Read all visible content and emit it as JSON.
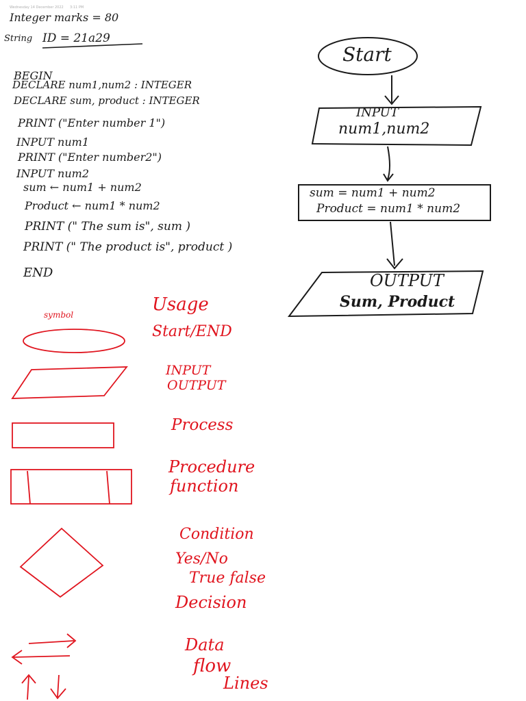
{
  "header": {
    "date": "Wednesday 14 December 2022",
    "time": "3:11 PM"
  },
  "variables": {
    "line1": "Integer marks = 80",
    "line2_prefix": "String",
    "line2_value": "ID = 21a29"
  },
  "pseudocode": [
    "BEGIN",
    "DECLARE num1,num2 : INTEGER",
    "DECLARE sum, product : INTEGER",
    "PRINT (\"Enter number 1\")",
    "INPUT num1",
    "PRINT (\"Enter number2\")",
    "INPUT num2",
    "sum ← num1 + num2",
    "Product ← num1 * num2",
    "PRINT (\" The sum is\", sum )",
    "PRINT (\" The product is\", product )",
    "END"
  ],
  "flowchart": {
    "start": "Start",
    "input_title": "INPUT",
    "input_vars": "num1,num2",
    "process_line1": "sum = num1 + num2",
    "process_line2": "Product = num1 * num2",
    "output_title": "OUTPUT",
    "output_vars": "Sum, Product"
  },
  "legend": {
    "col_symbol": "symbol",
    "col_usage": "Usage",
    "rows": [
      {
        "symbol": "oval",
        "usage": [
          "Start/END"
        ]
      },
      {
        "symbol": "parallelogram",
        "usage": [
          "INPUT",
          "OUTPUT"
        ]
      },
      {
        "symbol": "rectangle",
        "usage": [
          "Process"
        ]
      },
      {
        "symbol": "double-sided-rectangle",
        "usage": [
          "Procedure",
          "function"
        ]
      },
      {
        "symbol": "diamond",
        "usage": [
          "Condition",
          "Yes/No",
          "True false",
          "Decision"
        ]
      },
      {
        "symbol": "arrows",
        "usage": [
          "Data",
          "flow",
          "Lines"
        ]
      }
    ]
  },
  "colors": {
    "ink": "#1a1a1a",
    "red_ink": "#e0141e"
  }
}
